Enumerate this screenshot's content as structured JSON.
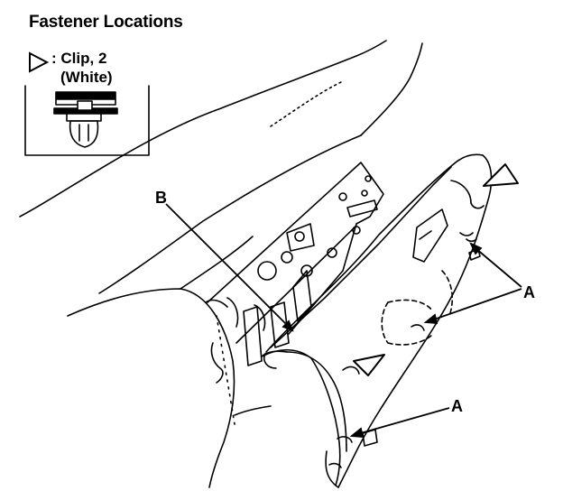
{
  "title": "Fastener Locations",
  "legend": {
    "symbol_icon": "triangle-outline-icon",
    "label": ": Clip, 2",
    "sublabel": "(White)"
  },
  "callouts": {
    "a_upper": "A",
    "a_lower": "A",
    "b": "B"
  }
}
